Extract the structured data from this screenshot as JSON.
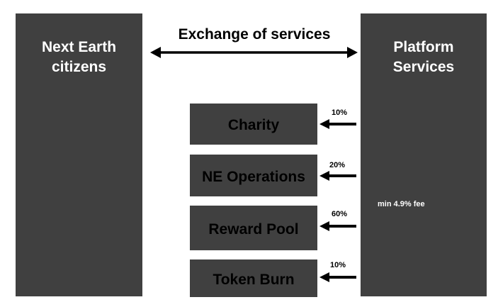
{
  "left_panel": {
    "line1": "Next Earth",
    "line2": "citizens"
  },
  "right_panel": {
    "line1": "Platform",
    "line2": "Services",
    "fee_note": "min 4.9% fee"
  },
  "exchange": {
    "label": "Exchange of services"
  },
  "allocations": [
    {
      "label": "Charity",
      "percent": "10%"
    },
    {
      "label": "NE Operations",
      "percent": "20%"
    },
    {
      "label": "Reward Pool",
      "percent": "60%"
    },
    {
      "label": "Token Burn",
      "percent": "10%"
    }
  ],
  "colors": {
    "panel": "#404040",
    "arrow": "#000000",
    "panel_text": "#ffffff"
  }
}
